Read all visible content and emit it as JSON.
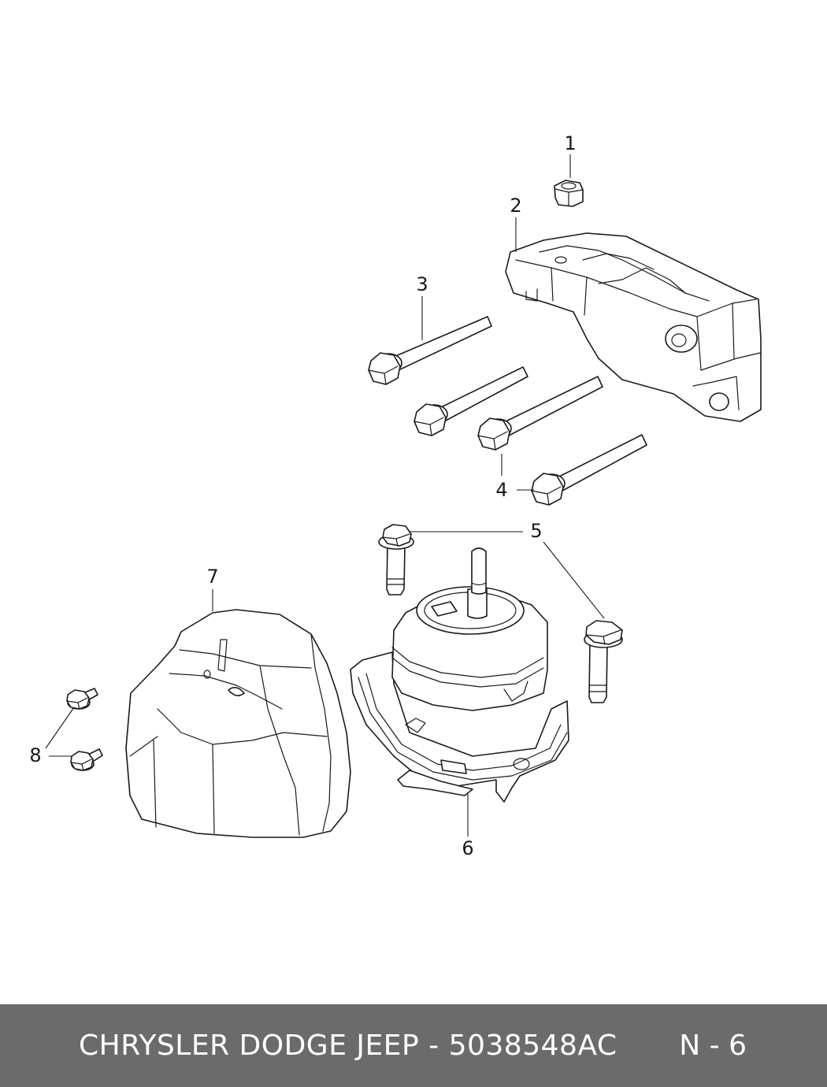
{
  "diagram": {
    "callouts": [
      "1",
      "2",
      "3",
      "4",
      "5",
      "6",
      "7",
      "8"
    ]
  },
  "footer": {
    "title": "CHRYSLER DODGE JEEP - 5038548AC",
    "page": "N - 6"
  },
  "colors": {
    "footer_bg": "#6b6b6b",
    "line": "#1a1a1a",
    "background": "#ffffff"
  }
}
